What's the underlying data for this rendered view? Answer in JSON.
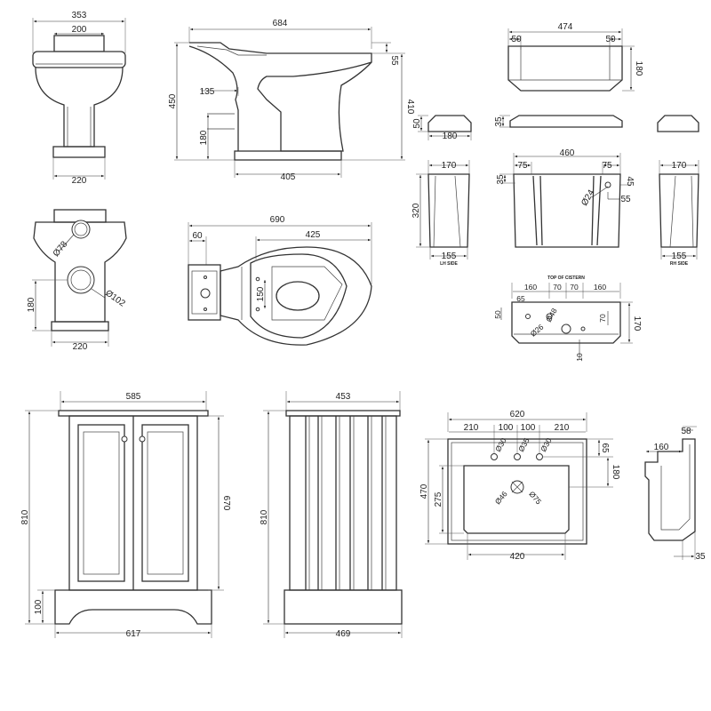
{
  "pan_front": {
    "top_width": "353",
    "inner_width": "200",
    "base_width": "220"
  },
  "pan_side": {
    "length": "684",
    "height": "450",
    "rim_height": "410",
    "rim_depth": "55",
    "outlet_height": "180",
    "outlet_offset": "135",
    "base_length": "405"
  },
  "pan_rear": {
    "hole_top": "Ø78",
    "hole_bottom": "Ø102",
    "outlet_height": "180",
    "base_width": "220"
  },
  "pan_plan": {
    "length": "690",
    "cistern_offset": "60",
    "seat_length": "425",
    "hinge_spacing": "150"
  },
  "lid_front": {
    "width": "474",
    "left_edge": "50",
    "right_edge": "50",
    "height": "180"
  },
  "lid_side": {
    "left_thickness": "50",
    "left_depth": "180",
    "front_thickness": "35"
  },
  "cistern_front": {
    "width": "460",
    "left_inset": "75",
    "right_inset": "75",
    "top_gap": "35",
    "height": "320",
    "hole_dia": "Ø24",
    "hole_dim_45": "45",
    "hole_dim_55": "55"
  },
  "cistern_left": {
    "top_depth": "170",
    "bottom_depth": "155",
    "caption": "LH SIDE"
  },
  "cistern_right": {
    "top_depth": "170",
    "bottom_depth": "155",
    "caption": "RH SIDE"
  },
  "cistern_top": {
    "caption": "TOP OF CISTERN",
    "d160a": "160",
    "d70a": "70",
    "d70b": "70",
    "d160b": "160",
    "d65": "65",
    "d50": "50",
    "d48": "Ø48",
    "d26": "Ø26",
    "d70c": "70",
    "d170": "170",
    "d10": "10"
  },
  "vanity_front": {
    "top_width": "585",
    "height": "810",
    "door_height": "670",
    "plinth": "100",
    "base_width": "617"
  },
  "vanity_side": {
    "top_depth": "453",
    "height": "810",
    "base_depth": "469"
  },
  "basin_plan": {
    "width": "620",
    "left_margin": "210",
    "hole_spacing_a": "100",
    "hole_spacing_b": "100",
    "right_margin": "210",
    "tap_hole_1": "Ø30",
    "tap_hole_2": "Ø35",
    "tap_hole_3": "Ø30",
    "depth": "470",
    "bowl_depth": "275",
    "back_to_holes": "65",
    "holes_to_waste": "180",
    "waste_1": "Ø46",
    "waste_2": "Ø75",
    "bowl_width": "420"
  },
  "basin_side": {
    "top": "58",
    "depth": "160",
    "bottom": "35"
  }
}
